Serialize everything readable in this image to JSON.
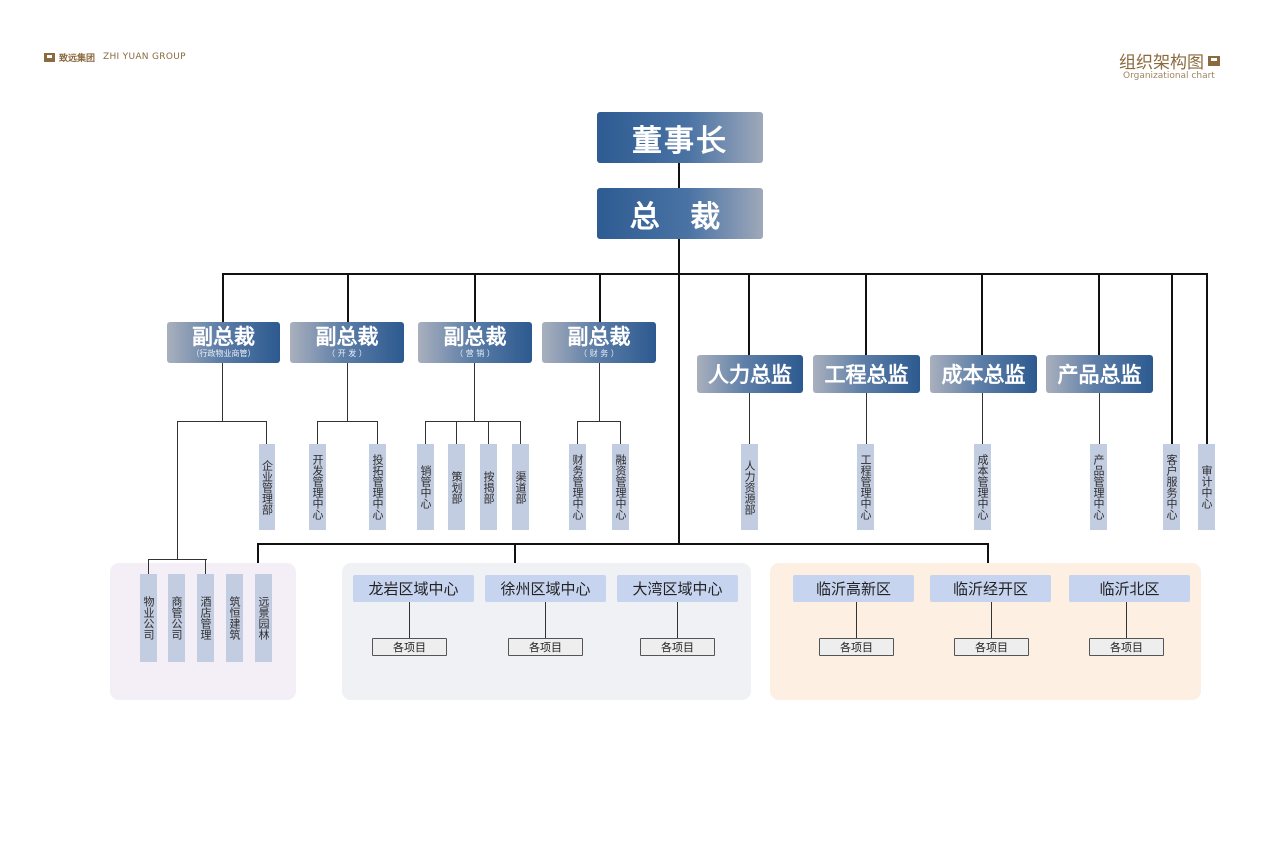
{
  "header": {
    "logo_cn": "致远集团",
    "logo_en": "ZHI YUAN GROUP",
    "title_cn": "组织架构图",
    "title_en": "Organizational chart"
  },
  "top": {
    "chairman": "董事长",
    "president": "总 裁"
  },
  "vps": [
    {
      "title": "副总裁",
      "sub": "（行政物业商管）"
    },
    {
      "title": "副总裁",
      "sub": "（ 开 发 ）"
    },
    {
      "title": "副总裁",
      "sub": "（ 营 销 ）"
    },
    {
      "title": "副总裁",
      "sub": "（ 财 务 ）"
    }
  ],
  "directors": [
    "人力总监",
    "工程总监",
    "成本总监",
    "产品总监"
  ],
  "departments": {
    "admin": [
      "企业管理部"
    ],
    "dev": [
      "开发管理中心",
      "投拓管理中心"
    ],
    "marketing": [
      "销管中心",
      "策划部",
      "按揭部",
      "渠道部"
    ],
    "finance": [
      "财务管理中心",
      "融资管理中心"
    ],
    "hr": [
      "人力资源部"
    ],
    "engineering": [
      "工程管理中心"
    ],
    "cost": [
      "成本管理中心"
    ],
    "product": [
      "产品管理中心"
    ],
    "direct": [
      "客户服务中心",
      "审计中心"
    ]
  },
  "subsidiaries": [
    "物业公司",
    "商管公司",
    "酒店管理",
    "筑恒建筑",
    "远景园林"
  ],
  "regions_a": [
    "龙岩区域中心",
    "徐州区域中心",
    "大湾区域中心"
  ],
  "regions_b": [
    "临沂高新区",
    "临沂经开区",
    "临沂北区"
  ],
  "project_label": "各项目",
  "colors": {
    "navy": "#2c5a90",
    "dept_fill": "#c3cde2",
    "region_fill": "#c7d4f0",
    "panel_pink": "#f4eef6",
    "panel_grey": "#f0f1f5",
    "panel_peach": "#fdefe2",
    "brand_gold": "#8a6a3e"
  }
}
